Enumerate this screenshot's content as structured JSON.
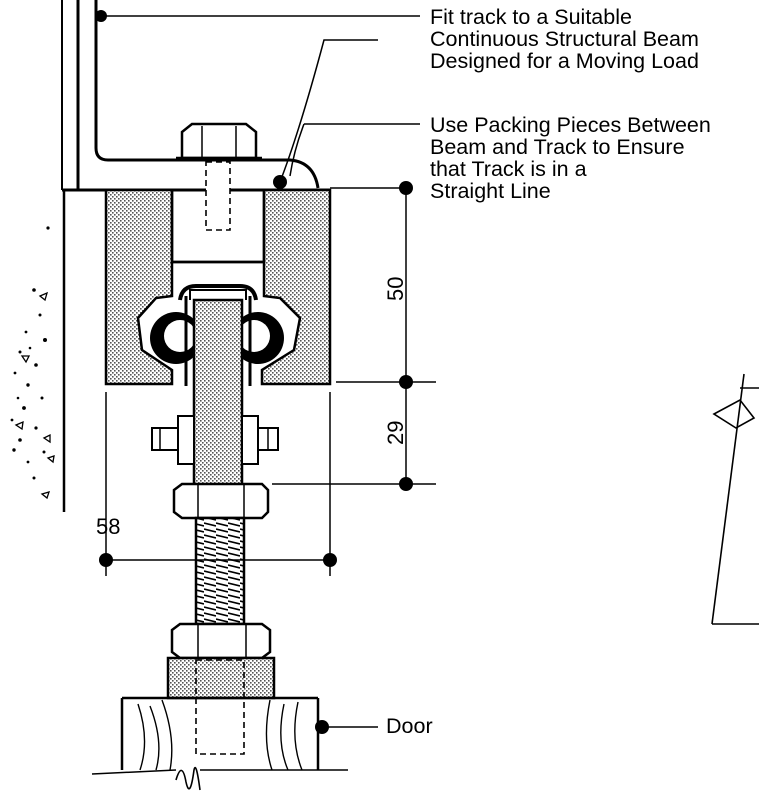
{
  "callouts": {
    "fit_track": [
      "Fit track to a Suitable",
      "Continuous Structural Beam",
      "Designed for a Moving Load"
    ],
    "packing": [
      "Use Packing Pieces Between",
      "Beam and Track to Ensure",
      "that Track is in a",
      "Straight Line"
    ],
    "door": "Door"
  },
  "dimensions": {
    "track_height": "50",
    "hanger_height": "29",
    "track_width": "58"
  },
  "colors": {
    "ink": "#000000",
    "hatch": "#bdbdbd",
    "paper": "#ffffff"
  }
}
